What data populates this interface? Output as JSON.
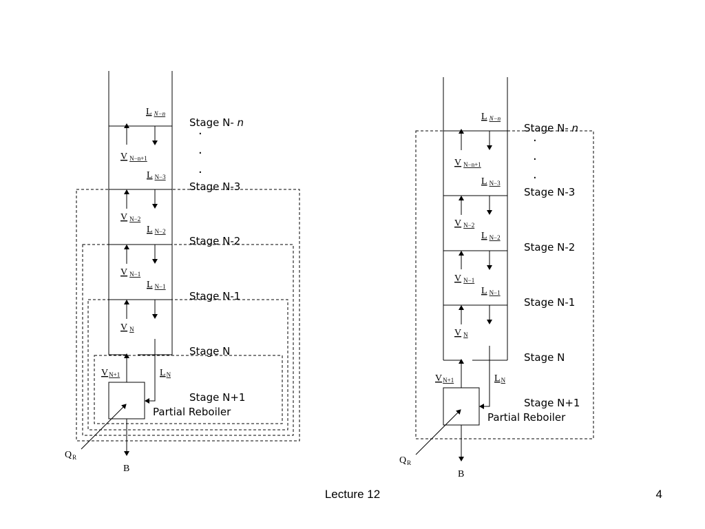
{
  "diagrams": [
    {
      "stages": {
        "top": "Stage N- ",
        "top_n": "n",
        "n3": "Stage N-3",
        "n2": "Stage N-2",
        "n1": "Stage N-1",
        "n": "Stage N",
        "n_plus_1": "Stage N+1",
        "reboiler": "Partial Reboiler"
      },
      "dots": [
        "·",
        "·",
        "·"
      ],
      "labels": {
        "l_top": {
          "main": "L",
          "sub": "N−n"
        },
        "v_top": {
          "main": "V",
          "sub": "N−n+1"
        },
        "l_n3": {
          "main": "L",
          "sub": "N−3"
        },
        "v_n2": {
          "main": "V",
          "sub": "N−2"
        },
        "l_n2": {
          "main": "L",
          "sub": "N−2"
        },
        "v_n1": {
          "main": "V",
          "sub": "N−1"
        },
        "l_n1": {
          "main": "L",
          "sub": "N−1"
        },
        "v_n": {
          "main": "V",
          "sub": "N"
        },
        "v_np1": {
          "main": "V",
          "sub": "N+1"
        },
        "l_n": {
          "main": "L",
          "sub": "N"
        },
        "q": {
          "main": "Q",
          "sub": "R"
        },
        "b": "B"
      }
    },
    {
      "stages": {
        "top": "Stage N- ",
        "top_n": "n",
        "n3": "Stage N-3",
        "n2": "Stage N-2",
        "n1": "Stage N-1",
        "n": "Stage N",
        "n_plus_1": "Stage N+1",
        "reboiler": "Partial Reboiler"
      },
      "dots": [
        "·",
        "·",
        "·"
      ],
      "labels": {
        "l_top": {
          "main": "L",
          "sub": "N−n"
        },
        "v_top": {
          "main": "V",
          "sub": "N−n+1"
        },
        "l_n3": {
          "main": "L",
          "sub": "N−3"
        },
        "v_n2": {
          "main": "V",
          "sub": "N−2"
        },
        "l_n2": {
          "main": "L",
          "sub": "N−2"
        },
        "v_n1": {
          "main": "V",
          "sub": "N−1"
        },
        "l_n1": {
          "main": "L",
          "sub": "N−1"
        },
        "v_n": {
          "main": "V",
          "sub": "N"
        },
        "v_np1": {
          "main": "V",
          "sub": "N+1"
        },
        "l_n": {
          "main": "L",
          "sub": "N"
        },
        "q": {
          "main": "Q",
          "sub": "R"
        },
        "b": "B"
      }
    }
  ],
  "footer": {
    "title": "Lecture 12",
    "page": "4"
  }
}
